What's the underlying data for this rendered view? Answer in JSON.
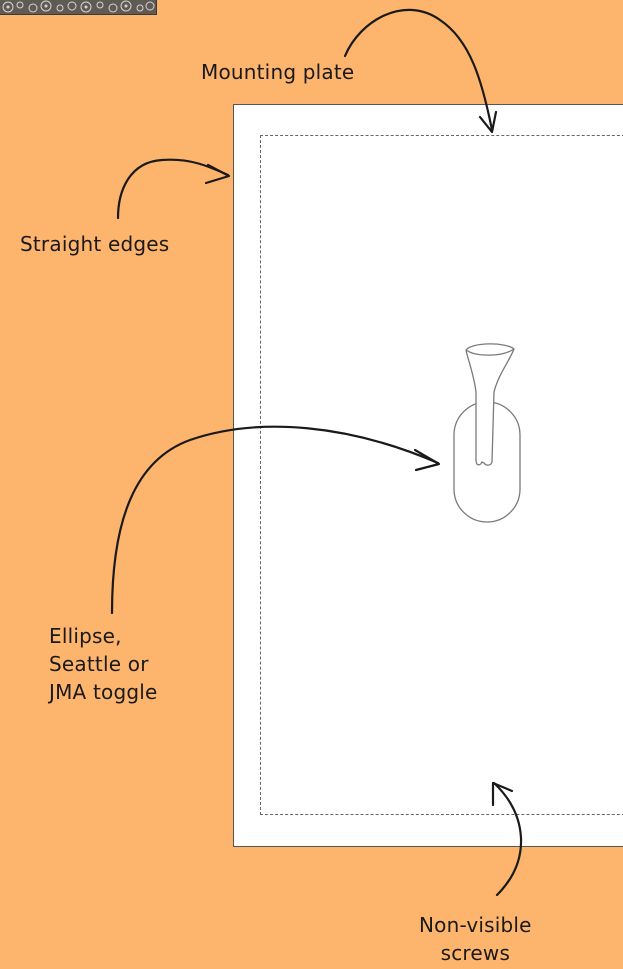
{
  "labels": {
    "mounting_plate": "Mounting plate",
    "straight_edges": "Straight edges",
    "toggle_lines": [
      "Ellipse,",
      "Seattle or",
      "JMA toggle"
    ],
    "screws_lines": [
      "Non-visible",
      "screws"
    ]
  },
  "colors": {
    "background": "#FDB46C",
    "plate": "#FFFFFF",
    "outline": "#555555",
    "arrow": "#1a1a1a"
  },
  "icons": {
    "corner_logo": "gear-pattern-logo",
    "toggle": "toggle-switch-icon"
  }
}
